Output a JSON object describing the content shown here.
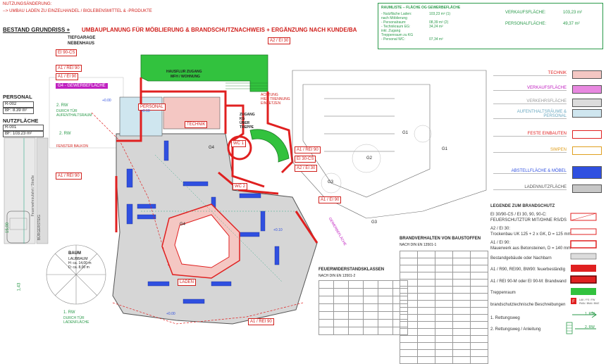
{
  "header": {
    "line1": "NUTZUNGSÄNDERUNG:",
    "line2": "--> UMBAU LADEN ZU EINZELHANDEL / BIOLEBENSMITTEL & -PRODUKTE",
    "bestand": "BESTAND GRUNDRISS +",
    "umbau": "UMBAUPLANUNG FÜR MÖBLIERUNG & BRANDSCHUTZNACHWEIS + ERGÄNZUNG NACH KUNDE/BA"
  },
  "area_table": {
    "title": "RAUMLISTE -- FLÄCHE OG GEWERBEFLÄCHE",
    "rows": [
      "- Nutzfläche Laden:",
      "  nach Möblierung",
      "- Personalraum:",
      "- Technikraum EG:",
      "  inkl. Zugang",
      "  Treppenraum zu KG",
      "- Personal WC:"
    ],
    "values": [
      "103,23 m² (1)",
      "",
      "08,39 m² (2)",
      "34,24 m²",
      "",
      "",
      "07,34 m²"
    ],
    "verkauf_label": "VERKAUFSFLÄCHE:",
    "verkauf_value": "103,23 m²",
    "personal_label": "PERSONALFLÄCHE:",
    "personal_value": "49,37 m²"
  },
  "left_info": {
    "personal_title": "PERSONAL",
    "personal_id": "R-002",
    "personal_bf": "BF: 8.39 m²",
    "nutz_title": "NUTZFLÄCHE",
    "nutz_id": "R-001",
    "nutz_bf": "BF: 103.23 m²"
  },
  "plan_labels": {
    "tiefgarage": "TIEFGARAGE",
    "nebenhaus": "NEBENHAUS",
    "ei90cs": "EI 90-CS",
    "a1rei90_1": "A1 / REI 90",
    "a1ei90": "A1 / EI 90",
    "g4": "G4 - GEWERBEFLÄCHE",
    "a2ei30_top": "A2 / EI 30",
    "hausflur": "HAUSFLUR ZUGANG",
    "wohnung": "MFH / WOHNUNG",
    "achtung": "ACHTUNG",
    "achtung2": "HIER TRENNUNG",
    "achtung3": "EINSETZEN",
    "personal": "PERSONAL",
    "technik": "TECHNIK",
    "zugang": "ZUGANG",
    "kg": "KG",
    "ueber": "ÜBER",
    "treppe": "TREPPE",
    "wc1": "WC 1",
    "wc2": "WC 2",
    "a1rei90_mid": "A1 / REI 90",
    "ei30cs": "EI 30-CS",
    "a2ei30_mid": "A2 / EI 30",
    "a1ei90_mid": "A1 / EI 90",
    "a1rei90_bot": "A1 / REI 90",
    "rw2": "2. RW",
    "rw2_sub": "DURCH TÜR",
    "rw2_sub2": "AUFENTHALTSRAUM",
    "rw2b": "2. RW",
    "rw1": "1. RW",
    "rw1_sub": "DURCH TÜR",
    "rw1_sub2": "LADENFLÄCHE",
    "baum": "BAUM",
    "laubbaum": "LAUBBAUM",
    "baum_h": "H: ca. 14,00 m",
    "baum_d": "D: ca. 8,00 m",
    "g1": "G1",
    "g2": "G2",
    "g3": "G3",
    "g4b": "G4",
    "laden": "LADEN",
    "gewerbe": "GEWERBEFLÄCHE",
    "fenster": "FENSTER BALKON",
    "dim_1500": "15,00",
    "dim_143": "1,43",
    "dim_plus010": "+0.10",
    "dim_000": "+0.00",
    "strasse": "Feuerwehrzufahrt / Straße",
    "buergersteig": "BÜRGERSTEIG"
  },
  "usage_legend": [
    {
      "label": "TECHNIK",
      "color": "#f4c7c3"
    },
    {
      "label": "VERKAUFSFLÄCHE",
      "color": "#e888e0"
    },
    {
      "label": "VERKEHRSFLÄCHE",
      "color": "#dcdcdc"
    },
    {
      "label": "AUFENTHALTSRÄUME & PERSONAL",
      "color": "#cfe6ef"
    },
    {
      "label": "FESTE EINBAUTEN",
      "color": "#ffffff"
    },
    {
      "label": "SIMPEN",
      "color": "#ffffff"
    },
    {
      "label": "ABSTELLFLÄCHE & MÖBEL",
      "color": "#3050e0"
    },
    {
      "label": "LADENNUTZFLÄCHE",
      "color": "#c7c7c7"
    }
  ],
  "brand_legend": {
    "title": "LEGENDE ZUM BRANDSCHUTZ",
    "items": [
      "EI 30/90-CS / EI 30, 90, 90-C:",
      "FEUERSCHUTZTÜR MIT/OHNE RS/DS",
      "A2 / EI 30:",
      "Trockenbau UK 125 + 2 x GK, D = 125 mm",
      "A1 / EI 90:",
      "Mauerwerk aus Betonsteinen, D = 140 mm",
      "Bestandgebäude oder Nachbarn",
      "A1 / R90, REI90, BW90: feuerbeständig",
      "A1 / REI 90-M oder EI 90-M: Brandwand",
      "Treppenraum",
      "brandschutztechnische Beschreibungen",
      "1. Rettungsweg",
      "2. Rettungsweg / Anleitung"
    ],
    "rw1": "1. RW",
    "rw2": "2. RW"
  },
  "fire_class": {
    "title": "FEUERWIDERSTANDSKLASSEN",
    "subtitle": "NACH DIN EN 13501-2"
  },
  "material": {
    "title": "BRANDVERHALTEN VON BAUSTOFFEN",
    "subtitle": "NACH DIN EN 13501-1"
  }
}
